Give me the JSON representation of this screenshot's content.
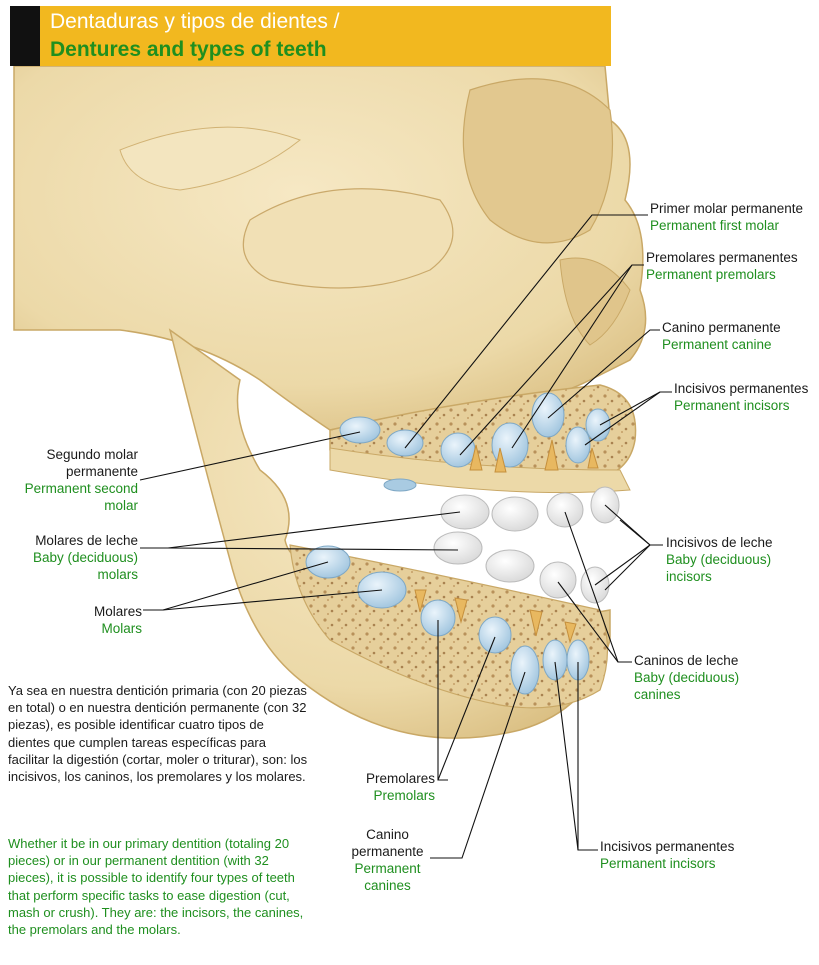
{
  "header": {
    "title_es": "Dentaduras y tipos de dientes /",
    "title_en": "Dentures and types of teeth"
  },
  "labels": {
    "first_molar": {
      "es": "Primer molar permanente",
      "en": "Permanent first molar"
    },
    "premolars_top": {
      "es": "Premolares permanentes",
      "en": "Permanent premolars"
    },
    "canine_top": {
      "es": "Canino permanente",
      "en": "Permanent canine"
    },
    "incisors_top": {
      "es": "Incisivos permanentes",
      "en": "Permanent incisors"
    },
    "second_molar": {
      "es1": "Segundo molar",
      "es2": "permanente",
      "en1": "Permanent second",
      "en2": "molar"
    },
    "baby_molars": {
      "es": "Molares de leche",
      "en1": "Baby (deciduous)",
      "en2": "molars"
    },
    "molars": {
      "es": "Molares",
      "en": "Molars"
    },
    "baby_incisors": {
      "es": "Incisivos de leche",
      "en1": "Baby (deciduous)",
      "en2": "incisors"
    },
    "baby_canines": {
      "es": "Caninos de leche",
      "en1": "Baby (deciduous)",
      "en2": "canines"
    },
    "premolars_bottom": {
      "es": "Premolares",
      "en": "Premolars"
    },
    "canine_bottom": {
      "es1": "Canino",
      "es2": "permanente",
      "en1": "Permanent",
      "en2": "canines"
    },
    "incisors_bottom": {
      "es": "Incisivos permanentes",
      "en": "Permanent incisors"
    }
  },
  "description": {
    "es": "Ya sea en nuestra dentición primaria (con 20 piezas en total) o en nuestra dentición permanente (con 32 piezas), es posible identificar cuatro tipos de dientes que cumplen tareas específicas para facilitar la digestión (cortar, moler o triturar), son: los incisivos, los caninos, los premolares y los molares.",
    "en": "Whether it be in our primary dentition (totaling 20 pieces) or in our permanent dentition (with 32 pieces), it is possible to identify four types of teeth that perform specific tasks to ease digestion (cut, mash or crush). They are: the incisors, the canines, the premolars and the molars."
  },
  "colors": {
    "bone": "#ecd9a8",
    "bone_shadow": "#d6b978",
    "tooth_permanent": "#bcd8ea",
    "tooth_baby": "#f4f4f4",
    "root": "#e8b860",
    "header_bg": "#f2b81f",
    "english_text": "#1f8f1f"
  }
}
